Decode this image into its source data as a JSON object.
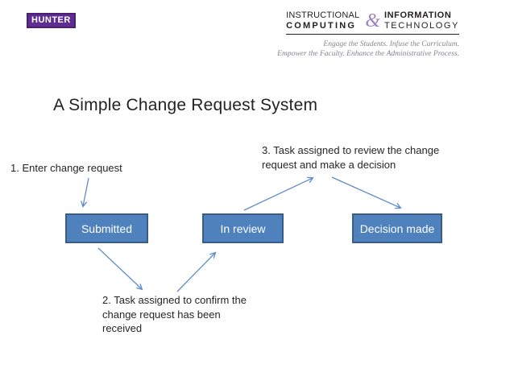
{
  "header": {
    "hunter_logo_text": "HUNTER",
    "icit_logo": {
      "left_line1": "INSTRUCTIONAL",
      "left_line2": "COMPUTING",
      "ampersand": "&",
      "right_line1": "INFORMATION",
      "right_line2": "TECHNOLOGY"
    },
    "tagline_line1": "Engage the Students. Infuse the Curriculum.",
    "tagline_line2": "Empower the Faculty. Enhance the Administrative Process."
  },
  "slide": {
    "title": "A Simple Change Request System",
    "annotations": {
      "step1": "1. Enter change request",
      "step2_line1": "2. Task assigned to confirm the",
      "step2_line2": "change request has been",
      "step2_line3": "received",
      "step3_line1": "3. Task assigned to review the change",
      "step3_line2": "request and make a decision"
    },
    "states": [
      {
        "label": "Submitted"
      },
      {
        "label": "In review"
      },
      {
        "label": "Decision made"
      }
    ],
    "flow": {
      "sequence": [
        "Submitted",
        "In review",
        "Decision made"
      ],
      "arrow_connections": [
        "step1 -> Submitted",
        "Submitted -> step2",
        "step2 -> In review",
        "In review -> step3",
        "step3 -> Decision made"
      ]
    },
    "colors": {
      "box_fill": "#4f81bd",
      "box_border": "#385d8a",
      "box_text": "#fdfeff",
      "arrow": "#5e8bc9",
      "hunter_purple": "#5f2c91",
      "tagline_gray": "#85858f"
    }
  }
}
